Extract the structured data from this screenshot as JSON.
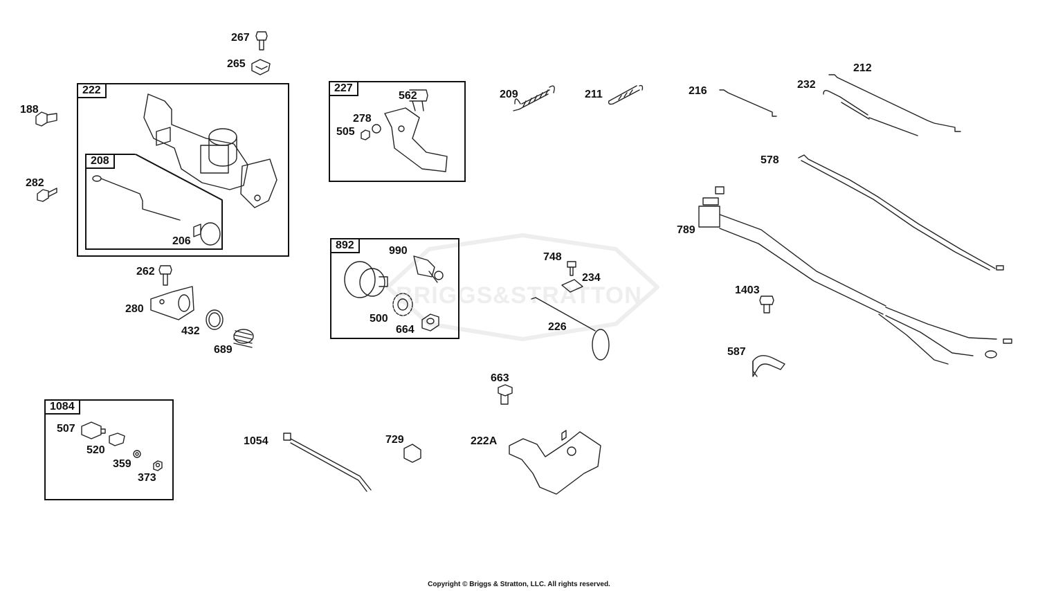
{
  "watermark": "BRIGGS&STRATTON",
  "copyright": "Copyright © Briggs & Stratton, LLC. All rights reserved.",
  "boxes": [
    {
      "id": "222"
    },
    {
      "id": "208"
    },
    {
      "id": "227"
    },
    {
      "id": "892"
    },
    {
      "id": "1084"
    }
  ],
  "parts": [
    "267",
    "265",
    "188",
    "282",
    "206",
    "262",
    "280",
    "432",
    "689",
    "562",
    "278",
    "505",
    "990",
    "500",
    "664",
    "209",
    "211",
    "216",
    "232",
    "212",
    "578",
    "789",
    "748",
    "234",
    "226",
    "1403",
    "587",
    "663",
    "507",
    "520",
    "359",
    "373",
    "1054",
    "729",
    "222A"
  ]
}
